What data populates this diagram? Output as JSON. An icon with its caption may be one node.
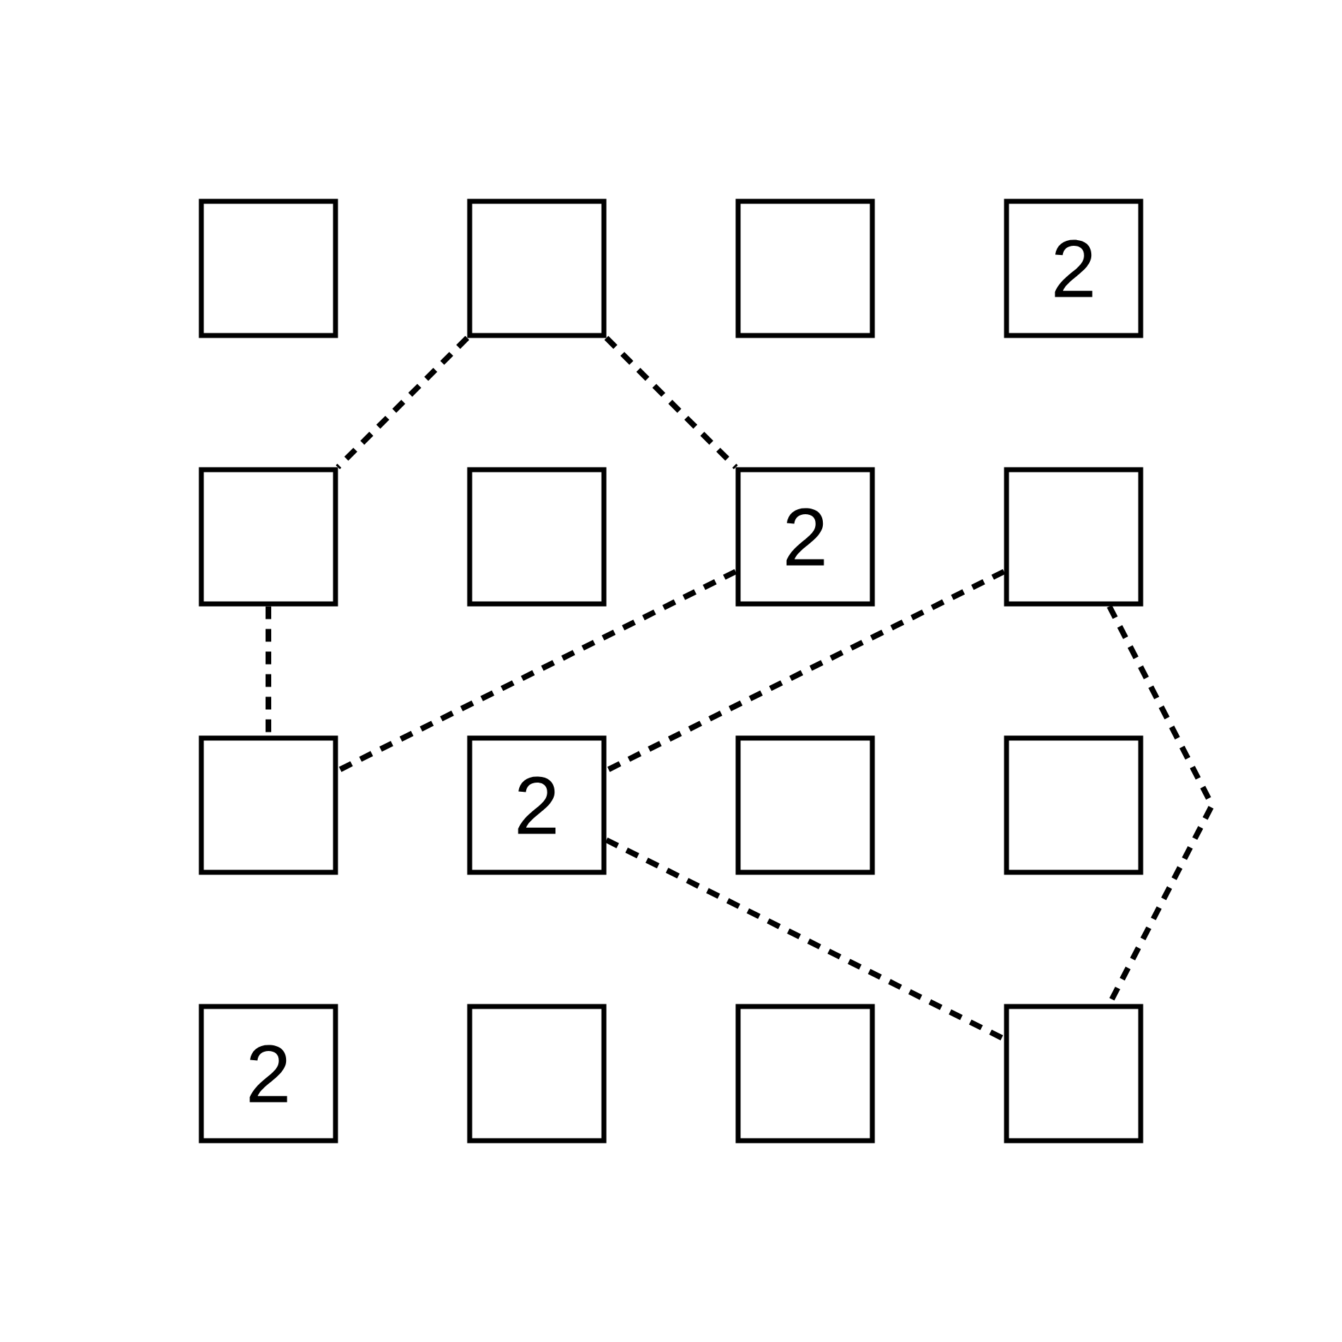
{
  "diagram": {
    "nodes": [
      {
        "text": [],
        "shape": "box"
      },
      {
        "text": [],
        "shape": "box"
      },
      {
        "text": [],
        "shape": "box"
      },
      {
        "text": [
          "2"
        ]
      },
      {
        "text": [],
        "shape": "box"
      },
      {
        "text": [],
        "shape": "box"
      },
      {
        "text": [
          "2"
        ]
      },
      {
        "text": [],
        "shape": "box"
      },
      {
        "text": [],
        "shape": "box"
      },
      {
        "text": [
          "2"
        ]
      },
      {
        "text": [],
        "shape": "box"
      },
      {
        "text": [],
        "shape": "box"
      },
      {
        "text": [
          "2"
        ]
      },
      {
        "text": [],
        "shape": "box"
      },
      {
        "text": [],
        "shape": "box"
      },
      {
        "text": [],
        "shape": "box"
      }
    ],
    "edges": [
      {
        "from": 1,
        "to": 4,
        "arrow": "none",
        "style": "dashed"
      },
      {
        "from": 1,
        "to": 6,
        "arrow": "none",
        "style": "dashed"
      },
      {
        "from": 4,
        "to": 8,
        "arrow": "none",
        "style": "dashed"
      },
      {
        "from": 6,
        "to": 8,
        "arrow": "none",
        "style": "dashed"
      },
      {
        "from": 7,
        "to": 9,
        "arrow": "none",
        "style": "dashed"
      },
      {
        "from": 9,
        "to": 15,
        "arrow": "none",
        "style": "dashed"
      },
      {
        "from": 7,
        "to": 15,
        "arrow": "none",
        "style": "dashed"
      }
    ]
  }
}
